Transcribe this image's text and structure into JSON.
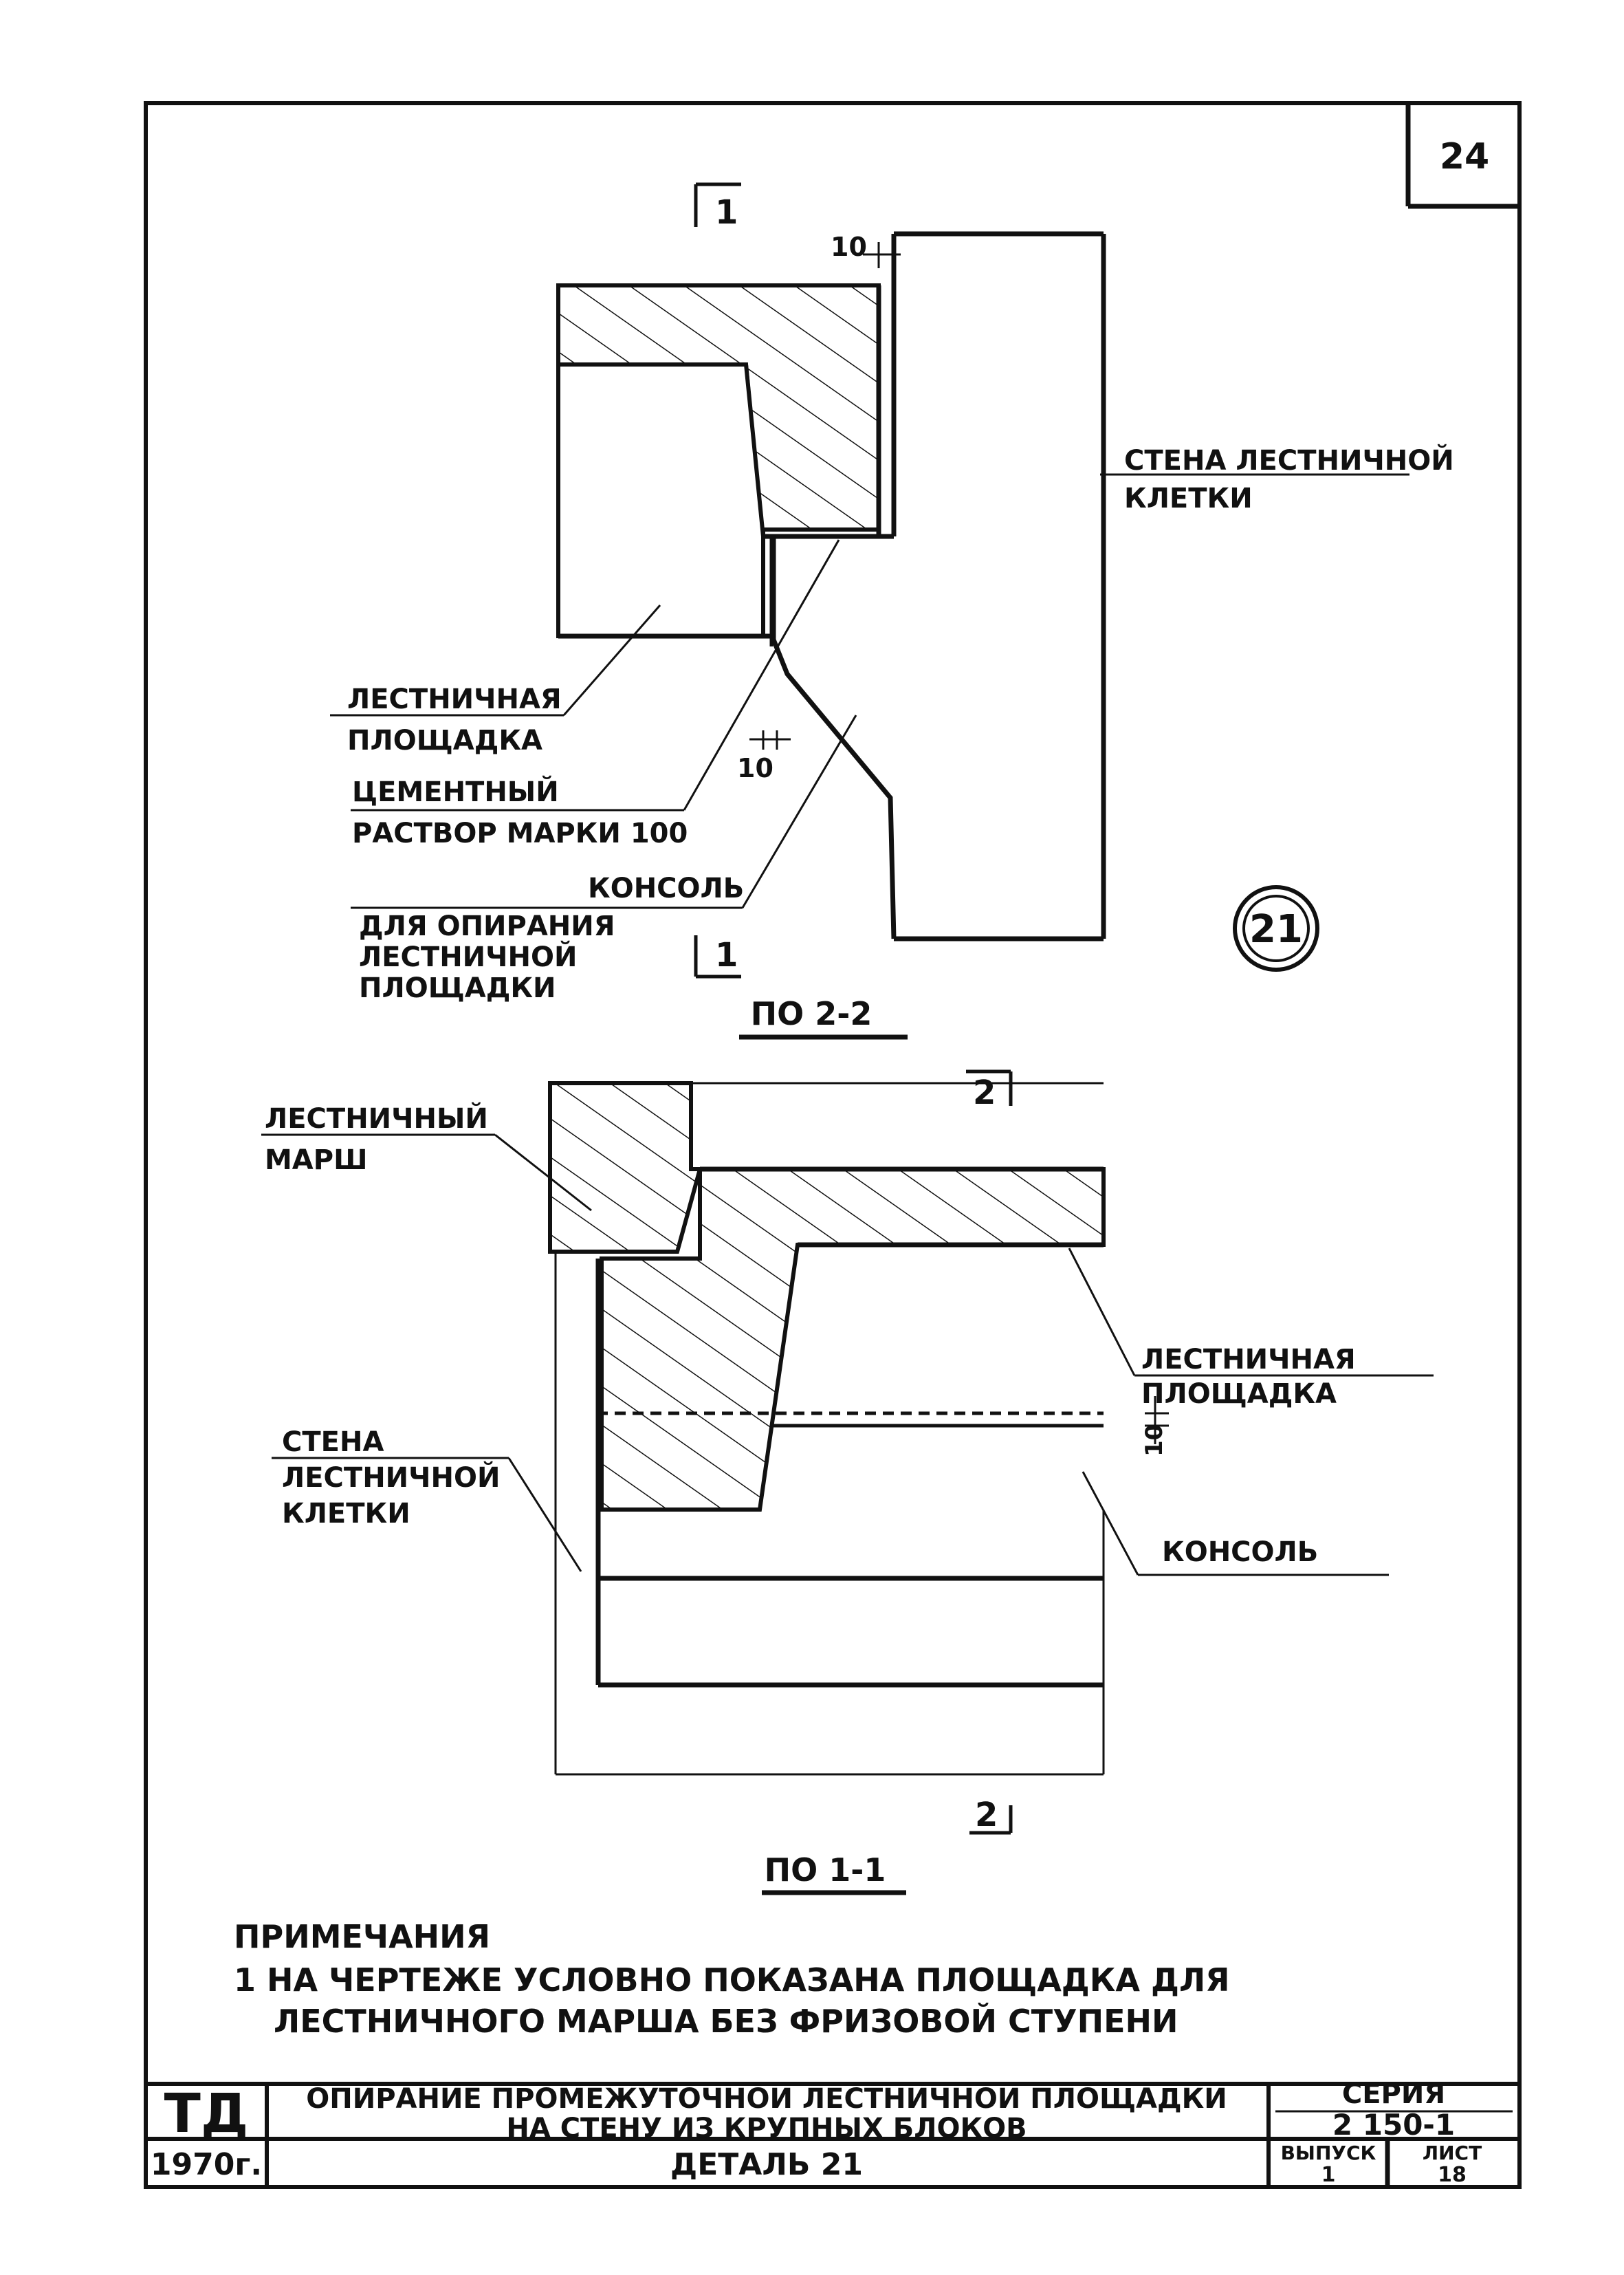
{
  "sheet": {
    "sheet_number": "24",
    "detail_mark": "21",
    "section_marks": {
      "cut1_top": "1",
      "cut1_bottom": "1",
      "cut2_top": "2",
      "cut2_bottom": "2"
    }
  },
  "top_section": {
    "caption": "ПО 2-2",
    "dim_top": "10",
    "dim_mid": "10",
    "labels": {
      "wall_line1": "СТЕНА ЛЕСТНИЧНОЙ",
      "wall_line2": "КЛЕТКИ",
      "landing_line1": "ЛЕСТНИЧНАЯ",
      "landing_line2": "ПЛОЩАДКА",
      "mortar_line1": "ЦЕМЕНТНЫЙ",
      "mortar_line2": "РАСТВОР МАРКИ 100",
      "console_line1": "КОНСОЛЬ",
      "console_line2": "ДЛЯ ОПИРАНИЯ",
      "console_line3": "ЛЕСТНИЧНОЙ",
      "console_line4": "ПЛОЩАДКИ"
    }
  },
  "bottom_section": {
    "caption": "ПО 1-1",
    "dim": "10",
    "labels": {
      "flight_line1": "ЛЕСТНИЧНЫЙ",
      "flight_line2": "МАРШ",
      "landing_line1": "ЛЕСТНИЧНАЯ",
      "landing_line2": "ПЛОЩАДКА",
      "wall_line1": "СТЕНА",
      "wall_line2": "ЛЕСТНИЧНОЙ",
      "wall_line3": "КЛЕТКИ",
      "console": "КОНСОЛЬ"
    }
  },
  "notes": {
    "heading": "ПРИМЕЧАНИЯ",
    "line1": "1 НА ЧЕРТЕЖЕ УСЛОВНО ПОКАЗАНА  ПЛОЩАДКА  ДЛЯ",
    "line2": "ЛЕСТНИЧНОГО  МАРША  БЕЗ  ФРИЗОВОЙ  СТУПЕНИ"
  },
  "title_block": {
    "org": "ТД",
    "year": "1970г.",
    "title_line1": "ОПИРАНИЕ   ПРОМЕЖУТОЧНОЙ  ЛЕСТНИЧНОЙ  ПЛОЩАДКИ",
    "title_line2": "НА   СТЕНУ   ИЗ   КРУПНЫХ   БЛОКОВ",
    "detail": "ДЕТАЛЬ 21",
    "series_label": "СЕРИЯ",
    "series_value": "2 150-1",
    "issue_label": "ВЫПУСК",
    "issue_value": "1",
    "sheet_label": "ЛИСТ",
    "sheet_value": "18"
  }
}
